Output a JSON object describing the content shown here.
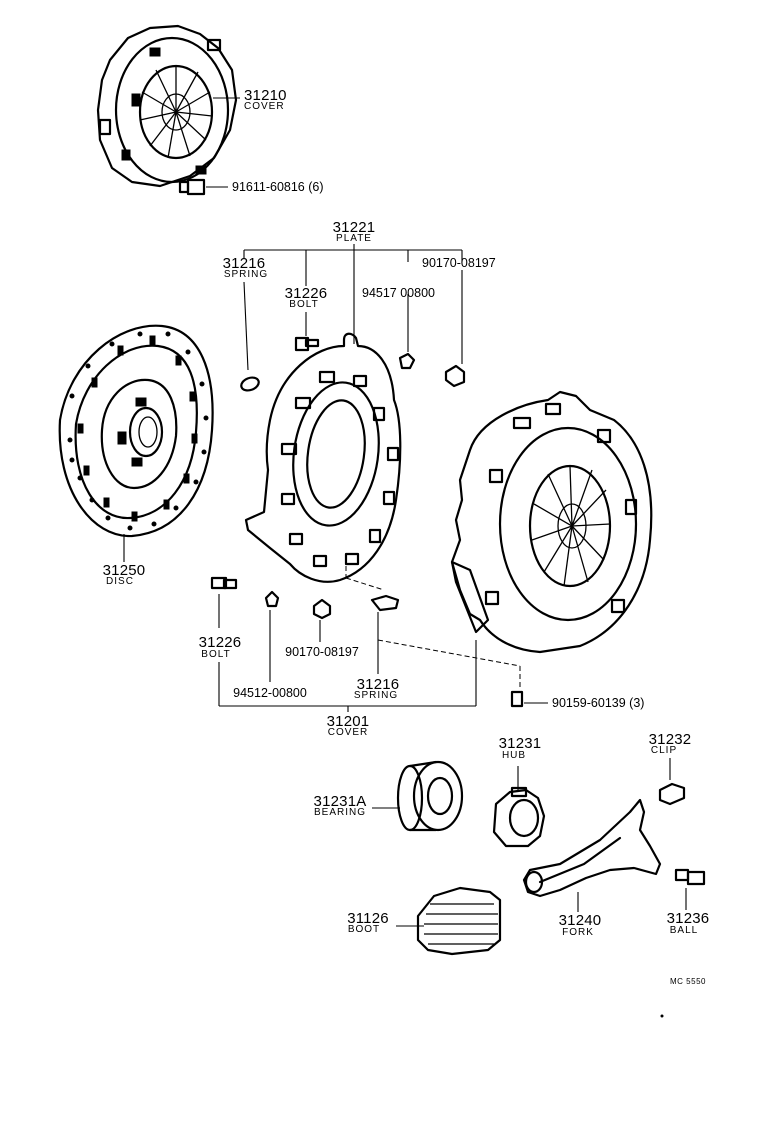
{
  "labels": {
    "cover_top": {
      "number": "31210",
      "name": "COVER"
    },
    "bolt_top": {
      "part_number": "91611-60816 (6)"
    },
    "plate": {
      "number": "31221",
      "name": "PLATE"
    },
    "spring_upper": {
      "number": "31216",
      "name": "SPRING"
    },
    "bolt_upper": {
      "number": "31226",
      "name": "BOLT"
    },
    "washer_upper": {
      "part_number": "94517 00800"
    },
    "nut_upper": {
      "part_number": "90170-08197"
    },
    "disc": {
      "number": "31250",
      "name": "DISC"
    },
    "bolt_lower": {
      "number": "31226",
      "name": "BOLT"
    },
    "nut_lower": {
      "part_number": "90170-08197"
    },
    "washer_lower": {
      "part_number": "94512-00800"
    },
    "spring_lower": {
      "number": "31216",
      "name": "SPRING"
    },
    "cover_assy": {
      "number": "31201",
      "name": "COVER"
    },
    "cover_bolt": {
      "part_number": "90159-60139 (3)"
    },
    "hub": {
      "number": "31231",
      "name": "HUB"
    },
    "clip": {
      "number": "31232",
      "name": "CLIP"
    },
    "bearing": {
      "number": "31231A",
      "name": "BEARING"
    },
    "boot": {
      "number": "31126",
      "name": "BOOT"
    },
    "fork": {
      "number": "31240",
      "name": "FORK"
    },
    "ball": {
      "number": "31236",
      "name": "BALL"
    }
  },
  "diagram_code": "MC 5550",
  "colors": {
    "ink": "#000000",
    "paper": "#ffffff"
  }
}
